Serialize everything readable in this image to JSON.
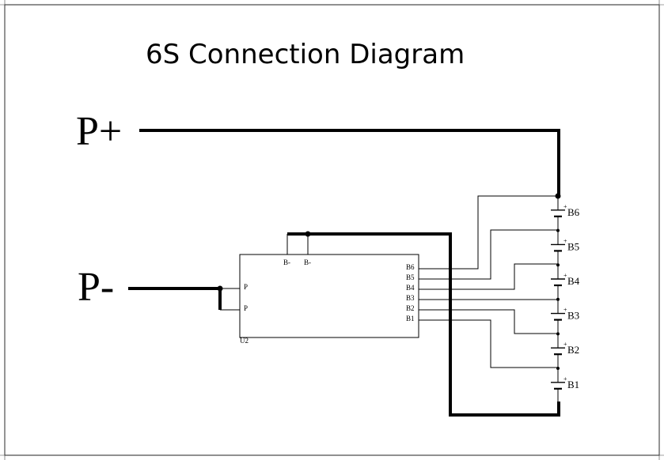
{
  "diagram": {
    "title": "6S Connection Diagram",
    "terminals": {
      "positive": "P+",
      "negative": "P-"
    },
    "board": {
      "designator": "U2",
      "p_pins": [
        "P",
        "P"
      ],
      "top_pins": [
        "B-",
        "B-"
      ],
      "cell_pins": [
        "B6",
        "B5",
        "B4",
        "B3",
        "B2",
        "B1"
      ]
    },
    "cells": [
      "B6",
      "B5",
      "B4",
      "B3",
      "B2",
      "B1"
    ],
    "cell_polarity_mark": "+"
  }
}
